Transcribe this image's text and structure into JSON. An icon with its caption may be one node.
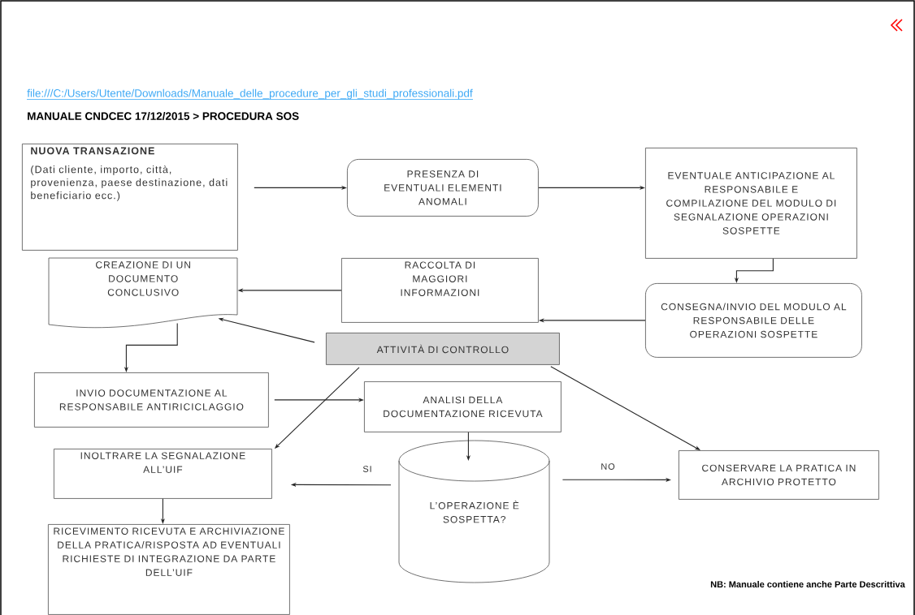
{
  "diagram": {
    "title": "MANUALE CNDCEC 17/12/2015 > PROCEDURA SOS",
    "nodes": [
      {
        "text": [
          "NUOVA TRANSAZIONE",
          "(Dati cliente, importo, città, provenienza, paese destinazione, dati beneficiario ecc.)"
        ]
      },
      {
        "text": [
          "PRESENZA DI EVENTUALI ELEMENTI ANOMALI"
        ]
      },
      {
        "text": [
          "EVENTUALE ANTICIPAZIONE AL RESPONSABILE E COMPILAZIONE DEL MODULO DI SEGNALAZIONE OPERAZIONI SOSPETTE"
        ]
      },
      {
        "text": [
          "CREAZIONE DI UN DOCUMENTO CONCLUSIVO"
        ]
      },
      {
        "text": [
          "RACCOLTA DI MAGGIORI INFORMAZIONI"
        ]
      },
      {
        "text": [
          "CONSEGNA/INVIO DEL MODULO AL RESPONSABILE DELLE OPERAZIONI SOSPETTE"
        ]
      },
      {
        "text": [
          "ATTIVITÀ DI CONTROLLO"
        ]
      },
      {
        "text": [
          "INVIO DOCUMENTAZIONE AL RESPONSABILE ANTIRICICLAGGIO"
        ]
      },
      {
        "text": [
          "ANALISI DELLA DOCUMENTAZIONE RICEVUTA"
        ]
      },
      {
        "text": [
          "INOLTRARE LA SEGNALAZIONE ALL’UIF"
        ]
      },
      {
        "text": [
          "CONSERVARE LA PRATICA IN ARCHIVIO PROTETTO"
        ]
      },
      {
        "text": [
          "L’OPERAZIONE È SOSPETTA?"
        ]
      },
      {
        "text": [
          "RICEVIMENTO RICEVUTA E ARCHIVIAZIONE DELLA PRATICA/RISPOSTA AD EVENTUALI RICHIESTE DI INTEGRAZIONE DA PARTE DELL’UIF"
        ]
      }
    ],
    "edges": [
      {
        "from": 0,
        "to": 1,
        "arrow": "to"
      },
      {
        "from": 1,
        "to": 2,
        "arrow": "to"
      },
      {
        "from": 2,
        "to": 5,
        "arrow": "to"
      },
      {
        "from": 5,
        "to": 4,
        "arrow": "to"
      },
      {
        "from": 4,
        "to": 3,
        "arrow": "to"
      },
      {
        "from": 6,
        "to": 3,
        "arrow": "to"
      },
      {
        "from": 3,
        "to": 7,
        "arrow": "to"
      },
      {
        "from": 7,
        "to": 8,
        "arrow": "to"
      },
      {
        "from": 6,
        "to": 9,
        "arrow": "to"
      },
      {
        "from": 6,
        "to": 10,
        "arrow": "to"
      },
      {
        "from": 8,
        "to": 11,
        "arrow": "to"
      },
      {
        "from": 11,
        "to": 9,
        "arrow": "to",
        "label": "SI"
      },
      {
        "from": 11,
        "to": 10,
        "arrow": "to",
        "label": "NO"
      },
      {
        "from": 9,
        "to": 12,
        "arrow": "to"
      }
    ],
    "labels": [
      "file:///C:/Users/Utente/Downloads/Manuale_delle_procedure_per_gli_studi_professionali.pdf",
      "NB: Manuale contiene anche Parte Descrittiva"
    ]
  }
}
